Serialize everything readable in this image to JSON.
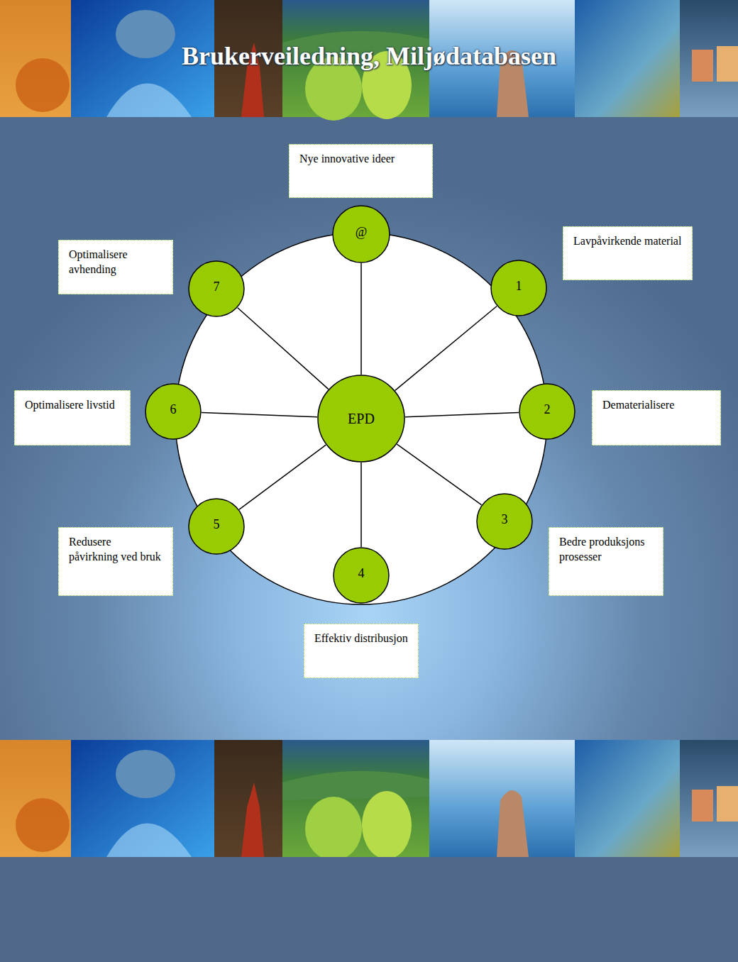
{
  "diagram": {
    "title": "Brukerveiledning, Miljødatabasen",
    "nodes": [
      {
        "text": [
          "Nye innovative ideer"
        ]
      },
      {
        "text": [
          "@"
        ]
      },
      {
        "text": [
          "Lavpåvirkende material"
        ]
      },
      {
        "text": [
          "Optimalisere avhending"
        ]
      },
      {
        "text": [
          "7"
        ]
      },
      {
        "text": [
          "1"
        ]
      },
      {
        "text": [
          "Optimalisere livstid"
        ]
      },
      {
        "text": [
          "6"
        ]
      },
      {
        "text": [
          "EPD"
        ]
      },
      {
        "text": [
          "2"
        ]
      },
      {
        "text": [
          "Dematerialisere"
        ]
      },
      {
        "text": [
          "5"
        ]
      },
      {
        "text": [
          "3"
        ]
      },
      {
        "text": [
          "Redusere påvirkning ved bruk"
        ]
      },
      {
        "text": [
          "Bedre produksjons prosesser"
        ]
      },
      {
        "text": [
          "4"
        ]
      },
      {
        "text": [
          "Effektiv distribusjon"
        ]
      }
    ],
    "edges": [
      {
        "from": 8,
        "to": 1,
        "arrow": "none"
      },
      {
        "from": 8,
        "to": 5,
        "arrow": "none"
      },
      {
        "from": 8,
        "to": 9,
        "arrow": "none"
      },
      {
        "from": 8,
        "to": 12,
        "arrow": "none"
      },
      {
        "from": 8,
        "to": 15,
        "arrow": "none"
      },
      {
        "from": 8,
        "to": 11,
        "arrow": "none"
      },
      {
        "from": 8,
        "to": 7,
        "arrow": "none"
      },
      {
        "from": 8,
        "to": 4,
        "arrow": "none"
      }
    ]
  }
}
